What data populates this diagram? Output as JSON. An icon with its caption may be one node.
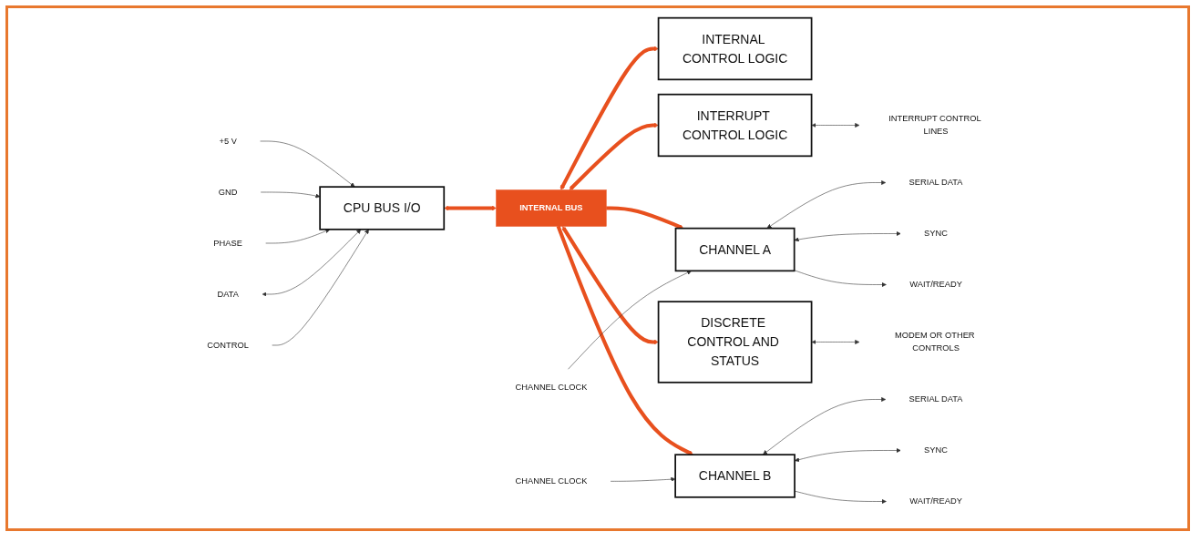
{
  "diagram": {
    "nodes": [
      {
        "text": [
          "+5 V"
        ]
      },
      {
        "text": [
          "PHASE"
        ]
      },
      {
        "text": [
          "GND"
        ]
      },
      {
        "text": [
          "INTERNAL CONTROL LOGIC"
        ]
      },
      {
        "text": [
          "CHANNEL A"
        ]
      },
      {
        "text": [
          "SERIAL DATA"
        ]
      },
      {
        "text": [
          "CHANNEL CLOCK"
        ]
      },
      {
        "text": [
          "SYNC"
        ]
      },
      {
        "text": [
          "WAIT/READY"
        ]
      },
      {
        "text": [
          "DATA"
        ]
      },
      {
        "text": [
          "CPU BUS I/O"
        ]
      },
      {
        "text": [
          "CONTROL"
        ]
      },
      {
        "text": [
          "INTERNAL BUS"
        ]
      },
      {
        "text": [
          "DISCRETE CONTROL AND STATUS"
        ]
      },
      {
        "text": [
          "MODEM OR OTHER CONTROLS"
        ]
      },
      {
        "text": [
          "INTERRUPT CONTROL LOGIC"
        ]
      },
      {
        "text": [
          "CHANNEL B"
        ]
      },
      {
        "text": [
          "SERIAL DATA"
        ]
      },
      {
        "text": [
          "CHANNEL CLOCK"
        ]
      },
      {
        "text": [
          "SYNC"
        ]
      },
      {
        "text": [
          "WAIT/READY"
        ]
      },
      {
        "text": [
          "INTERRUPT CONTROL LINES"
        ]
      }
    ],
    "edges": [
      {
        "from": 0,
        "to": 10,
        "arrow": "to"
      },
      {
        "from": 2,
        "to": 10,
        "arrow": "to"
      },
      {
        "from": 1,
        "to": 10,
        "arrow": "to"
      },
      {
        "from": 9,
        "to": 10,
        "arrow": "both"
      },
      {
        "from": 11,
        "to": 10,
        "arrow": "to"
      },
      {
        "from": 10,
        "to": 12,
        "arrow": "both",
        "style": "thick",
        "color": "#e8501e"
      },
      {
        "from": 12,
        "to": 3,
        "arrow": "both",
        "style": "thick",
        "color": "#e8501e"
      },
      {
        "from": 12,
        "to": 15,
        "arrow": "both",
        "style": "thick",
        "color": "#e8501e"
      },
      {
        "from": 12,
        "to": 4,
        "arrow": "to",
        "style": "thick",
        "color": "#e8501e"
      },
      {
        "from": 12,
        "to": 13,
        "arrow": "both",
        "style": "thick",
        "color": "#e8501e"
      },
      {
        "from": 12,
        "to": 16,
        "arrow": "to",
        "style": "thick",
        "color": "#e8501e"
      },
      {
        "from": 4,
        "to": 5,
        "arrow": "both"
      },
      {
        "from": 6,
        "to": 4,
        "arrow": "to"
      },
      {
        "from": 4,
        "to": 7,
        "arrow": "both"
      },
      {
        "from": 4,
        "to": 8,
        "arrow": "to"
      },
      {
        "from": 13,
        "to": 14,
        "arrow": "both"
      },
      {
        "from": 16,
        "to": 17,
        "arrow": "both"
      },
      {
        "from": 18,
        "to": 16,
        "arrow": "to"
      },
      {
        "from": 16,
        "to": 19,
        "arrow": "both"
      },
      {
        "from": 16,
        "to": 20,
        "arrow": "to"
      },
      {
        "from": 15,
        "to": 21,
        "arrow": "both"
      }
    ]
  }
}
